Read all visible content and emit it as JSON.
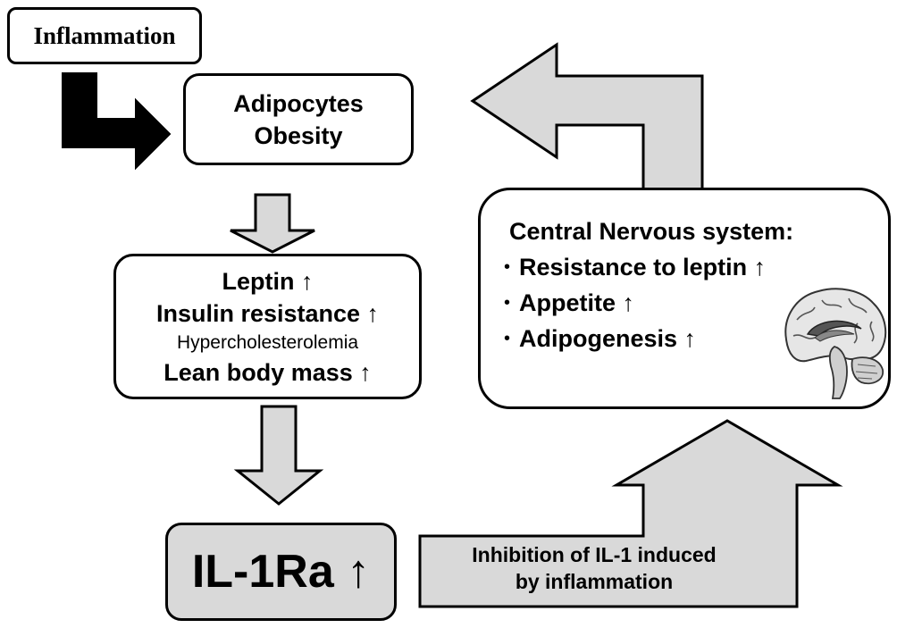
{
  "inflammation": "Inflammation",
  "adipocytes": {
    "line1": "Adipocytes",
    "line2": "Obesity"
  },
  "metabolic": {
    "leptin": "Leptin ↑",
    "insulin": "Insulin resistance ↑",
    "hyperchol": "Hypercholesterolemia",
    "lean": "Lean body mass ↑"
  },
  "il1ra": "IL-1Ra ↑",
  "inhibition": {
    "line1": "Inhibition of IL-1 induced",
    "line2": "by inflammation"
  },
  "cns": {
    "title": "Central Nervous system:",
    "bullet": "•",
    "items": [
      "Resistance to leptin ↑",
      "Appetite ↑",
      "Adipogenesis ↑"
    ]
  },
  "colors": {
    "arrow_fill": "#d9d9d9",
    "black_arrow": "#000000",
    "stroke": "#000000"
  },
  "icons": {
    "brain": "brain-sagittal-icon"
  }
}
